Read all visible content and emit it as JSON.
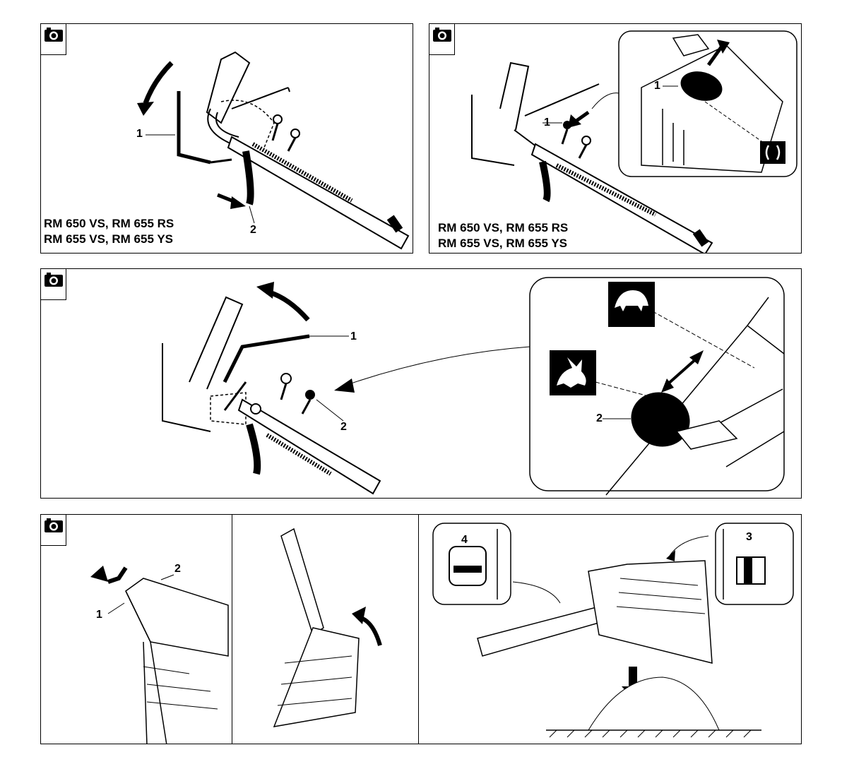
{
  "panel1": {
    "caption_line1": "RM 650 VS, RM 655 RS",
    "caption_line2": "RM 655 VS, RM 655 YS",
    "callout_1": "1",
    "callout_2": "2"
  },
  "panel2": {
    "caption_line1": "RM 650 VS, RM 655 RS",
    "caption_line2": "RM 655 VS, RM 655 YS",
    "callout_1": "1",
    "callout_1_detail": "1"
  },
  "panel3": {
    "callout_1": "1",
    "callout_2": "2",
    "callout_2_detail": "2"
  },
  "panel4": {
    "callout_1": "1",
    "callout_2": "2",
    "callout_3": "3",
    "callout_4": "4"
  },
  "icons": {
    "camera": "camera-icon",
    "turtle": "turtle-icon",
    "rabbit": "rabbit-icon",
    "lock": "lock-symbol-icon"
  }
}
